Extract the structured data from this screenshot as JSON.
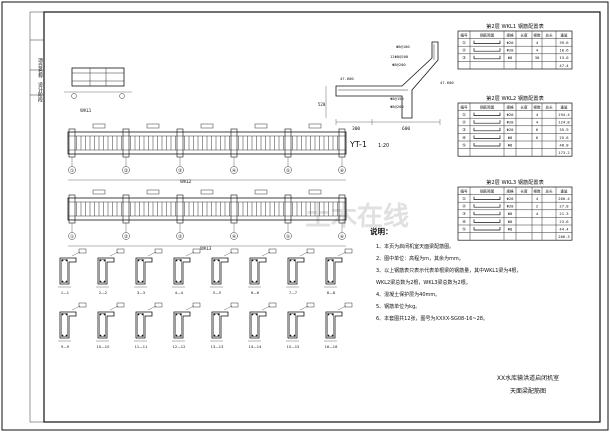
{
  "title_block": {
    "project": "XX水库输洪道启闭机室",
    "drawing": "天面梁配筋图"
  },
  "frame_labels": {
    "left_1": "项目名称",
    "left_2": "设计阶段"
  },
  "detail_yt1": {
    "label": "YT-1",
    "scale": "1:20",
    "dims": [
      "300",
      "600"
    ],
    "rebar": [
      "Φ8@100",
      "12Φ8@200",
      "Φ8@200",
      "Φ8@150",
      "Φ8@200"
    ],
    "levels": [
      "47.600",
      "47.600"
    ],
    "height": "520"
  },
  "small_section_label": "WKL1",
  "elevations": [
    {
      "name": "WKL2",
      "axes": [
        "①",
        "②",
        "③",
        "④",
        "⑤",
        "⑥"
      ]
    },
    {
      "name": "WKL3",
      "axes": [
        "①",
        "②",
        "③",
        "④",
        "⑤",
        "⑥"
      ]
    }
  ],
  "notes": {
    "heading": "说明：",
    "items": [
      "1、本页为启闭机室天面梁配筋图。",
      "2、图中单位：高程为m，其余为mm。",
      "3、以上钢筋表只表示代表单根梁的钢筋量，其中WKL1梁为4根，",
      "   WKL2梁总数为2根，WKL3梁总数为2根。",
      "4、混凝土保护层为40mm。",
      "5、钢筋单位为kg。",
      "6、本套图共12张，图号为XXXX-SG08-16~28。"
    ]
  },
  "tables": [
    {
      "title": "第2层 WKL1 钢筋配置表",
      "headers": [
        "编号",
        "钢筋简图",
        "规格",
        "长度",
        "根数",
        "总长",
        "重量"
      ],
      "rows": [
        [
          "①",
          "",
          "Φ20",
          "",
          "4",
          "",
          "39.6"
        ],
        [
          "②",
          "",
          "Φ20",
          "",
          "4",
          "",
          "10.6"
        ],
        [
          "③",
          "",
          "Φ8",
          "",
          "30",
          "",
          "13.0"
        ],
        [
          "",
          "",
          "",
          "",
          "",
          "",
          "47.4"
        ]
      ]
    },
    {
      "title": "第2层 WKL2 钢筋配置表",
      "headers": [
        "编号",
        "钢筋简图",
        "规格",
        "长度",
        "根数",
        "总长",
        "重量"
      ],
      "rows": [
        [
          "①",
          "",
          "Φ20",
          "",
          "4",
          "",
          "194.4"
        ],
        [
          "②",
          "",
          "Φ20",
          "",
          "4",
          "",
          "124.8"
        ],
        [
          "③",
          "",
          "Φ20",
          "",
          "6",
          "",
          "35.9"
        ],
        [
          "④",
          "",
          "Φ8",
          "",
          "6",
          "",
          "25.6"
        ],
        [
          "⑤",
          "",
          "Φ8",
          "",
          "",
          "",
          "48.8"
        ],
        [
          "",
          "",
          "",
          "",
          "",
          "",
          "173.2"
        ]
      ]
    },
    {
      "title": "第2层 WKL3 钢筋配置表",
      "headers": [
        "编号",
        "钢筋简图",
        "规格",
        "长度",
        "根数",
        "总长",
        "重量"
      ],
      "rows": [
        [
          "①",
          "",
          "Φ20",
          "",
          "4",
          "",
          "260.4"
        ],
        [
          "②",
          "",
          "Φ20",
          "",
          "2",
          "",
          "27.8"
        ],
        [
          "③",
          "",
          "Φ8",
          "",
          "4",
          "",
          "21.3"
        ],
        [
          "④",
          "",
          "Φ8",
          "",
          "",
          "",
          "23.6"
        ],
        [
          "⑤",
          "",
          "Φ8",
          "",
          "",
          "",
          "44.4"
        ],
        [
          "",
          "",
          "",
          "",
          "",
          "",
          "266.3"
        ]
      ]
    }
  ],
  "sections": [
    {
      "label": "1—1"
    },
    {
      "label": "2—2"
    },
    {
      "label": "3—3"
    },
    {
      "label": "4—4"
    },
    {
      "label": "5—5"
    },
    {
      "label": "6—6"
    },
    {
      "label": "7—7"
    },
    {
      "label": "8—8"
    },
    {
      "label": "9—9"
    },
    {
      "label": "10—10"
    },
    {
      "label": "11—11"
    },
    {
      "label": "12—12"
    },
    {
      "label": "13—13"
    },
    {
      "label": "14—14"
    },
    {
      "label": "15—15"
    },
    {
      "label": "16—16"
    }
  ],
  "watermark": "土木在线"
}
